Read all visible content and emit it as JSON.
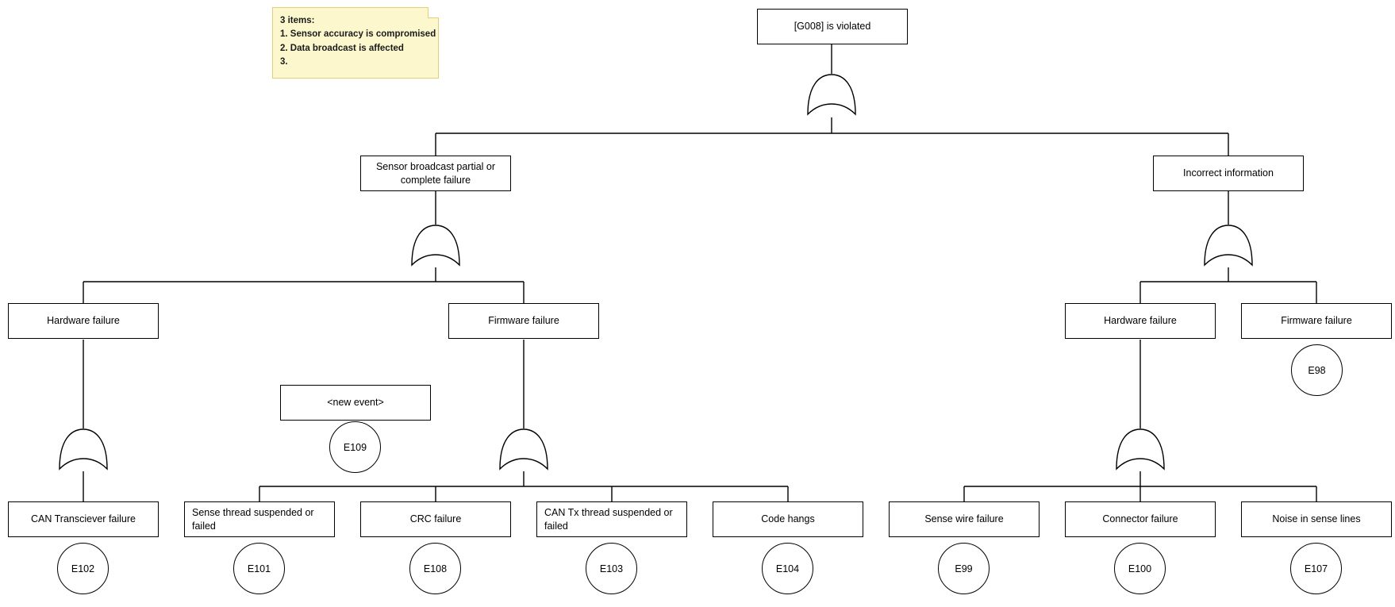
{
  "diagram": {
    "type": "fault-tree",
    "title_node": "[G008] is violated",
    "background": "#ffffff",
    "line_color": "#000000",
    "note_fill": "#fcf7cd",
    "note_border": "#e3cf7a"
  },
  "note": {
    "line1": "3 items:",
    "line2": "1. Sensor accuracy is compromised",
    "line3": "2. Data broadcast is affected",
    "line4": "3."
  },
  "nodes": {
    "top_goal": "[G008] is violated",
    "sensor_broadcast": "Sensor broadcast partial or complete failure",
    "incorrect_information": "Incorrect information",
    "hw_failure_left": "Hardware failure",
    "fw_failure_left": "Firmware failure",
    "hw_failure_right": "Hardware failure",
    "fw_failure_right": "Firmware failure",
    "new_event": "<new event>",
    "can_transciever": "CAN Transciever failure",
    "sense_thread": "Sense thread suspended or failed",
    "crc_failure": "CRC failure",
    "can_tx_thread": "CAN Tx thread suspended or failed",
    "code_hangs": "Code hangs",
    "sense_wire": "Sense wire failure",
    "connector_failure": "Connector failure",
    "noise_sense_lines": "Noise in sense lines"
  },
  "events": {
    "e98": "E98",
    "e99": "E99",
    "e100": "E100",
    "e101": "E101",
    "e102": "E102",
    "e103": "E103",
    "e104": "E104",
    "e107": "E107",
    "e108": "E108",
    "e109": "E109"
  },
  "gates": {
    "g_top": "OR",
    "g_sensor_broadcast": "OR",
    "g_incorrect_information": "OR",
    "g_hw_left": "OR",
    "g_fw_left": "OR",
    "g_hw_right": "OR"
  }
}
